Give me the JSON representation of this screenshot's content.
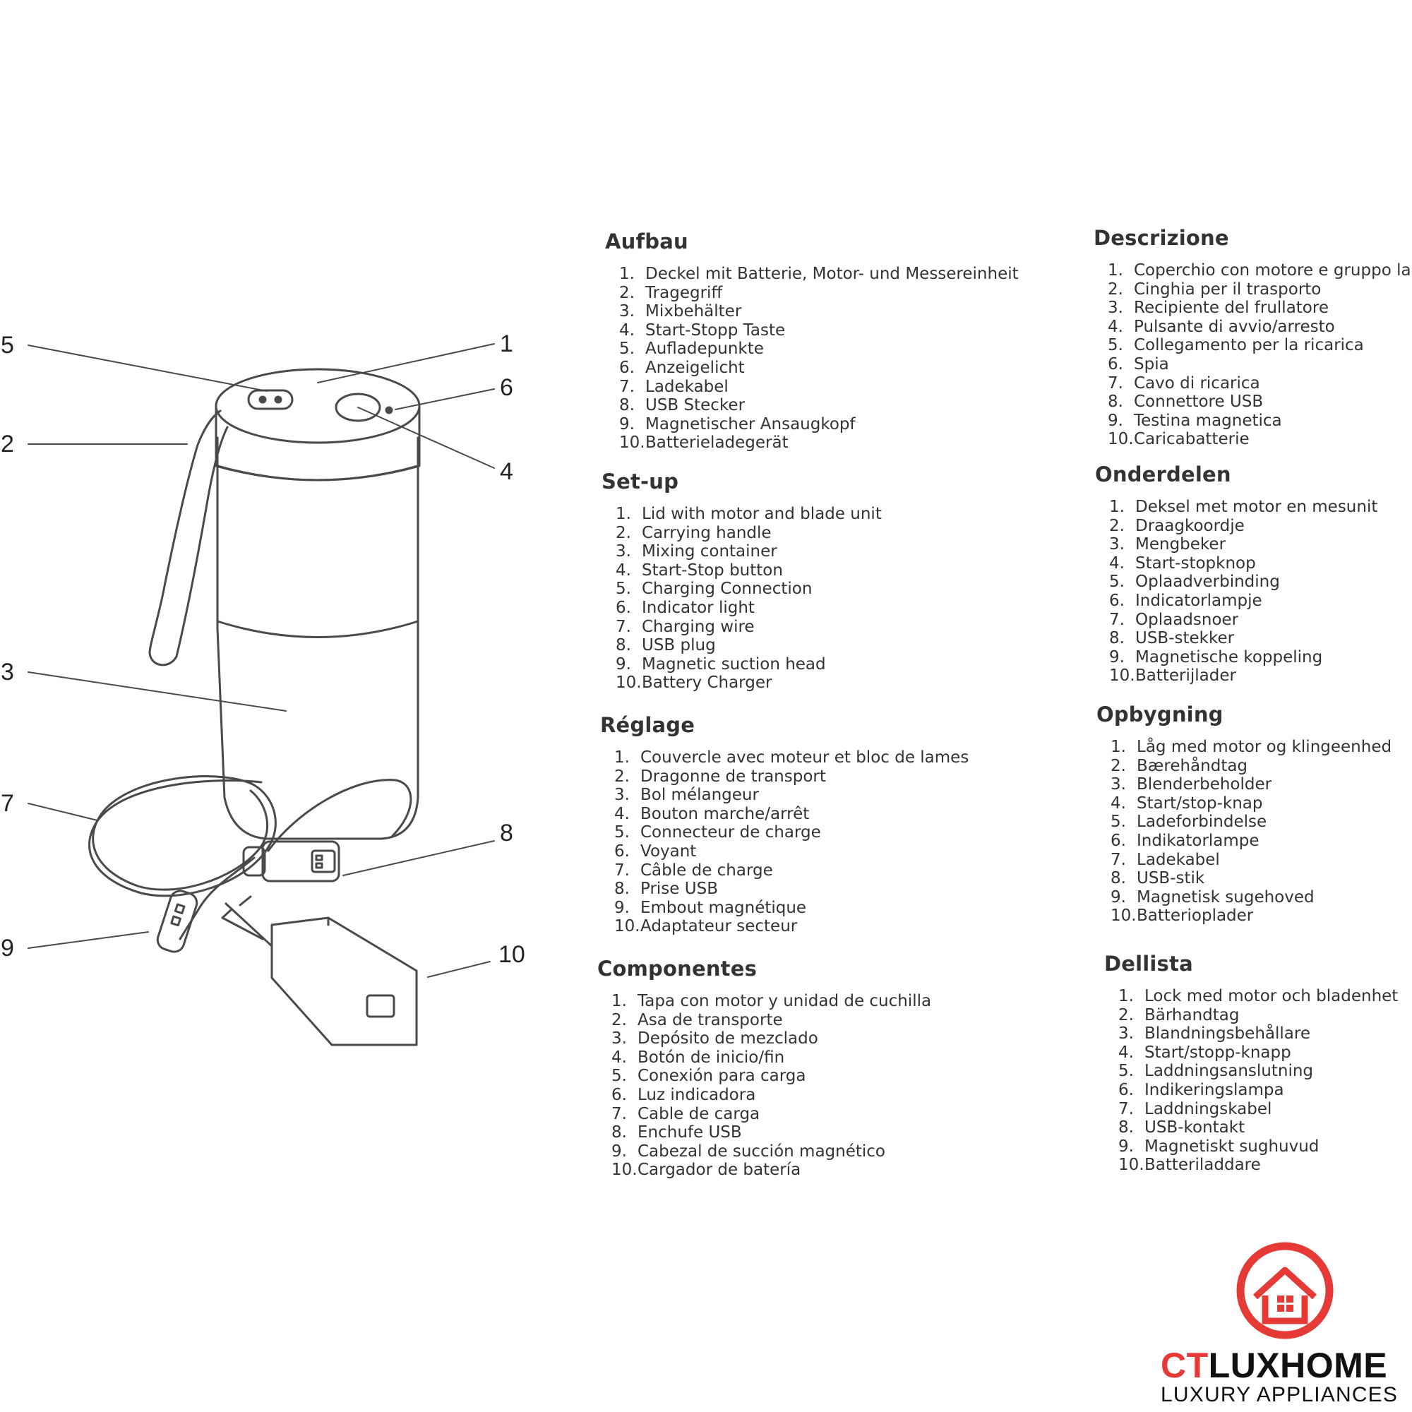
{
  "callouts": [
    "1",
    "2",
    "3",
    "4",
    "5",
    "6",
    "7",
    "8",
    "9",
    "10"
  ],
  "sections": [
    {
      "title": "Aufbau",
      "items": [
        "Deckel mit Batterie, Motor- und Messereinheit",
        "Tragegriff",
        "Mixbehälter",
        "Start-Stopp Taste",
        "Aufladepunkte",
        "Anzeigelicht",
        "Ladekabel",
        "USB Stecker",
        "Magnetischer Ansaugkopf",
        "Batterieladegerät"
      ]
    },
    {
      "title": "Set-up",
      "items": [
        "Lid with motor and blade unit",
        "Carrying handle",
        "Mixing container",
        "Start-Stop button",
        "Charging Connection",
        "Indicator light",
        "Charging wire",
        "USB plug",
        "Magnetic suction head",
        "Battery Charger"
      ]
    },
    {
      "title": "Réglage",
      "items": [
        "Couvercle avec moteur et bloc de lames",
        "Dragonne de transport",
        "Bol mélangeur",
        "Bouton marche/arrêt",
        "Connecteur de charge",
        "Voyant",
        "Câble de charge",
        "Prise USB",
        "Embout magnétique",
        "Adaptateur secteur"
      ]
    },
    {
      "title": "Componentes",
      "items": [
        "Tapa con motor y unidad de cuchilla",
        "Asa de transporte",
        "Depósito de mezclado",
        "Botón de inicio/fin",
        "Conexión para carga",
        "Luz indicadora",
        "Cable de carga",
        "Enchufe USB",
        "Cabezal de succión magnético",
        "Cargador de batería"
      ]
    },
    {
      "title": "Descrizione",
      "items": [
        "Coperchio con motore e gruppo lame",
        "Cinghia per il trasporto",
        "Recipiente del frullatore",
        "Pulsante di avvio/arresto",
        "Collegamento per la ricarica",
        "Spia",
        "Cavo di ricarica",
        "Connettore USB",
        "Testina magnetica",
        "Caricabatterie"
      ]
    },
    {
      "title": "Onderdelen",
      "items": [
        "Deksel met motor en mesunit",
        "Draagkoordje",
        "Mengbeker",
        "Start-stopknop",
        "Oplaadverbinding",
        "Indicatorlampje",
        "Oplaadsnoer",
        "USB-stekker",
        "Magnetische koppeling",
        "Batterijlader"
      ]
    },
    {
      "title": "Opbygning",
      "items": [
        "Låg med motor og klingeenhed",
        "Bærehåndtag",
        "Blenderbeholder",
        "Start/stop-knap",
        "Ladeforbindelse",
        "Indikatorlampe",
        "Ladekabel",
        "USB-stik",
        "Magnetisk sugehoved",
        "Batterioplader"
      ]
    },
    {
      "title": "Dellista",
      "items": [
        "Lock med motor och bladenhet",
        "Bärhandtag",
        "Blandningsbehållare",
        "Start/stopp-knapp",
        "Laddningsanslutning",
        "Indikeringslampa",
        "Laddningskabel",
        "USB-kontakt",
        "Magnetiskt sughuvud",
        "Batteriladdare"
      ]
    }
  ],
  "logo": {
    "brand_ct": "CT",
    "brand_rest": "LUXHOME",
    "tagline": "LUXURY APPLIANCES"
  },
  "colors": {
    "line": "#4a4a4a",
    "brand_red": "#e53a35"
  }
}
